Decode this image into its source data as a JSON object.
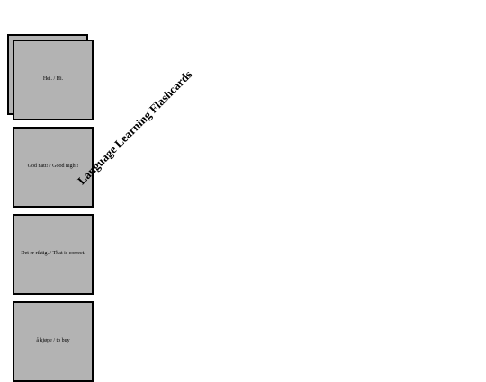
{
  "title": "Language Learning Flashcards",
  "cards": [
    {
      "text": "Hei. / Hi."
    },
    {
      "text": "God natt! / Good night!"
    },
    {
      "text": "Det er riktig. / That is correct."
    },
    {
      "text": "å kjøpe / to buy"
    }
  ],
  "colors": {
    "card_background": "#b3b3b3",
    "card_border": "#000000",
    "page_background": "#ffffff"
  }
}
